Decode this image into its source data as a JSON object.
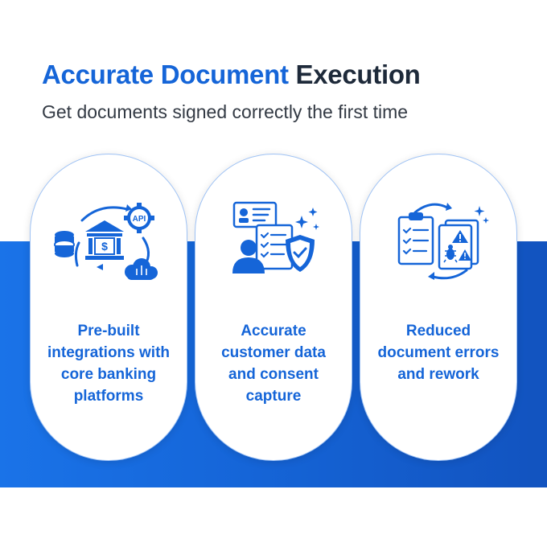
{
  "header": {
    "title_accent": "Accurate Document",
    "title_rest": "Execution",
    "subtitle": "Get documents signed correctly the first time"
  },
  "colors": {
    "accent": "#1565d8",
    "dark_text": "#1e2a3a",
    "band": "#1565d8"
  },
  "cards": [
    {
      "icon": "banking-integration-icon",
      "label_lines": [
        "Pre-built",
        "integrations with",
        "core banking",
        "platforms"
      ],
      "icon_text": {
        "api": "API",
        "currency": "$"
      }
    },
    {
      "icon": "customer-data-shield-icon",
      "label_lines": [
        "Accurate",
        "customer data",
        "and consent",
        "capture"
      ]
    },
    {
      "icon": "document-errors-rework-icon",
      "label_lines": [
        "Reduced",
        "document errors",
        "and rework"
      ]
    }
  ]
}
